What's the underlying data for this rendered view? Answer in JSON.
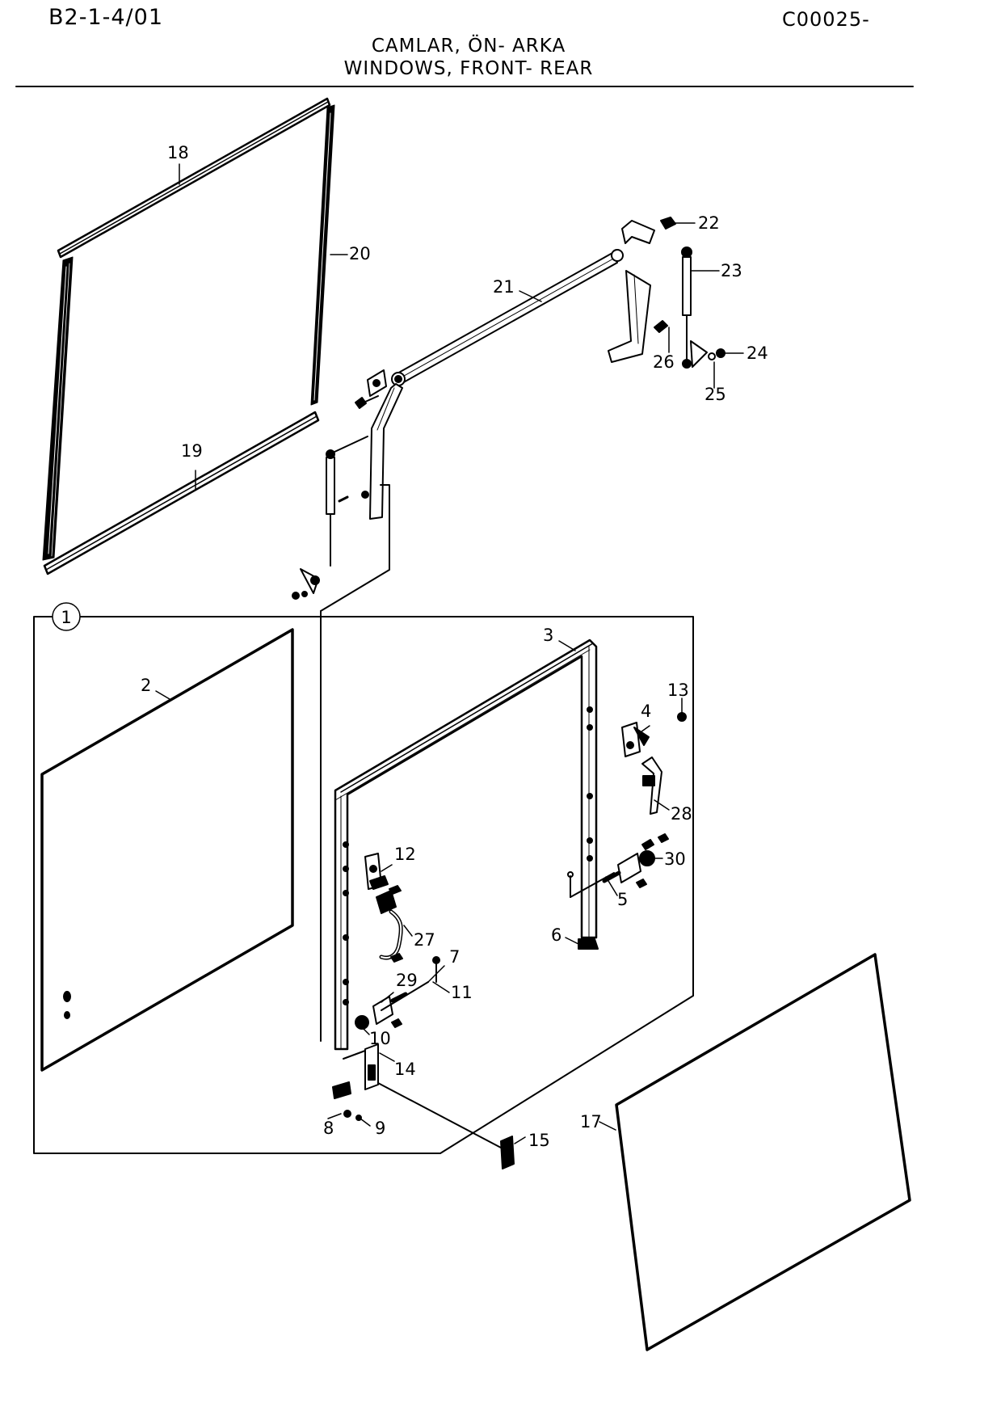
{
  "header": {
    "drawing_code": "B2-1-4/01",
    "reference_code": "C00025-",
    "title_tr": "CAMLAR, ÖN- ARKA",
    "title_en": "WINDOWS, FRONT- REAR"
  },
  "callouts": {
    "c1": "1",
    "c2": "2",
    "c3": "3",
    "c4": "4",
    "c5": "5",
    "c6": "6",
    "c7": "7",
    "c8": "8",
    "c9": "9",
    "c10": "10",
    "c11": "11",
    "c12": "12",
    "c13": "13",
    "c14": "14",
    "c15": "15",
    "c17": "17",
    "c18": "18",
    "c19": "19",
    "c20": "20",
    "c21": "21",
    "c22": "22",
    "c23": "23",
    "c24": "24",
    "c25": "25",
    "c26": "26",
    "c27": "27",
    "c28": "28",
    "c29": "29",
    "c30": "30"
  },
  "colors": {
    "ink": "#000000",
    "paper": "#ffffff"
  }
}
